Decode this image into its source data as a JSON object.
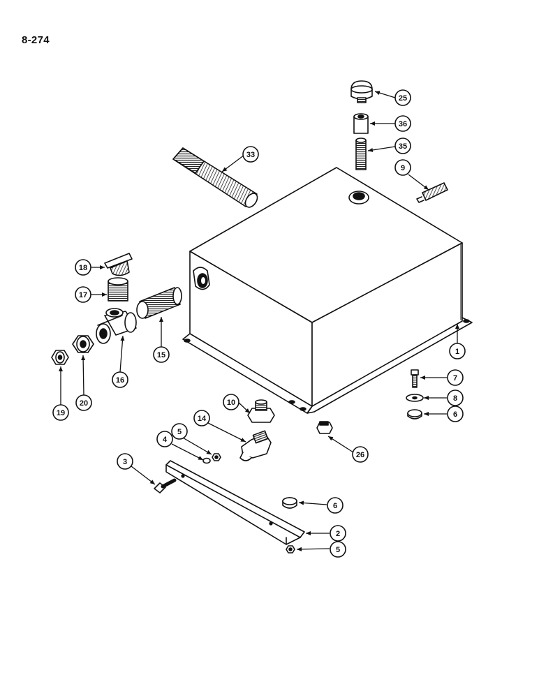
{
  "page": {
    "number": "8-274"
  },
  "callouts": {
    "c1": "1",
    "c2": "2",
    "c3": "3",
    "c4": "4",
    "c5a": "5",
    "c5b": "5",
    "c6a": "6",
    "c6b": "6",
    "c7": "7",
    "c8": "8",
    "c9": "9",
    "c10": "10",
    "c14": "14",
    "c15": "15",
    "c16": "16",
    "c17": "17",
    "c18": "18",
    "c19": "19",
    "c20": "20",
    "c25": "25",
    "c26": "26",
    "c33": "33",
    "c35": "35",
    "c36": "36"
  }
}
